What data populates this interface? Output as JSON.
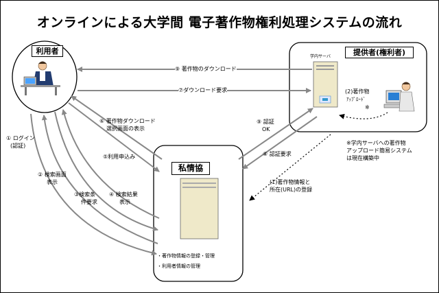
{
  "title": "オンラインによる大学間 電子著作物権利処理システムの流れ",
  "nodes": {
    "user": "利用者",
    "provider": "提供者(権利者)",
    "server_label": "学内サーバ",
    "private": "私情協"
  },
  "arrows": {
    "a9": "⑨ 著作物のダウンロード",
    "a7": "⑦ダウンロード要求",
    "a6_line1": "⑥ 著作物ダウンロード",
    "a6_line2": "選択画面の表示",
    "a5": "⑤利用申込み",
    "a1_line1": "① ログイン",
    "a1_line2": "(認証)",
    "a2_line1": "② 検索画面",
    "a2_line2": "表示",
    "a3_line1": "③検索条",
    "a3_line2": "件要求",
    "a4_line1": "④ 検索結果",
    "a4_line2": "表示",
    "a9auth_line1": "⑨ 認証",
    "a9auth_line2": "OK",
    "a8": "⑧ 認証要求",
    "reg_line1": "(1)著作物情報と",
    "reg_line2": "所在(URL)の登録",
    "upload_line1": "(2)著作物",
    "upload_line2": "ｱｯﾌﾟﾛｰﾄﾞ",
    "upload_mark": "※"
  },
  "note": {
    "line1": "※学内サーバへの著作物",
    "line2": "アップロード簡易システム",
    "line3": "は現在構築中"
  },
  "bullets": {
    "b1": "・著作物情報の登録・管理",
    "b2": "・利用者情報の管理"
  }
}
